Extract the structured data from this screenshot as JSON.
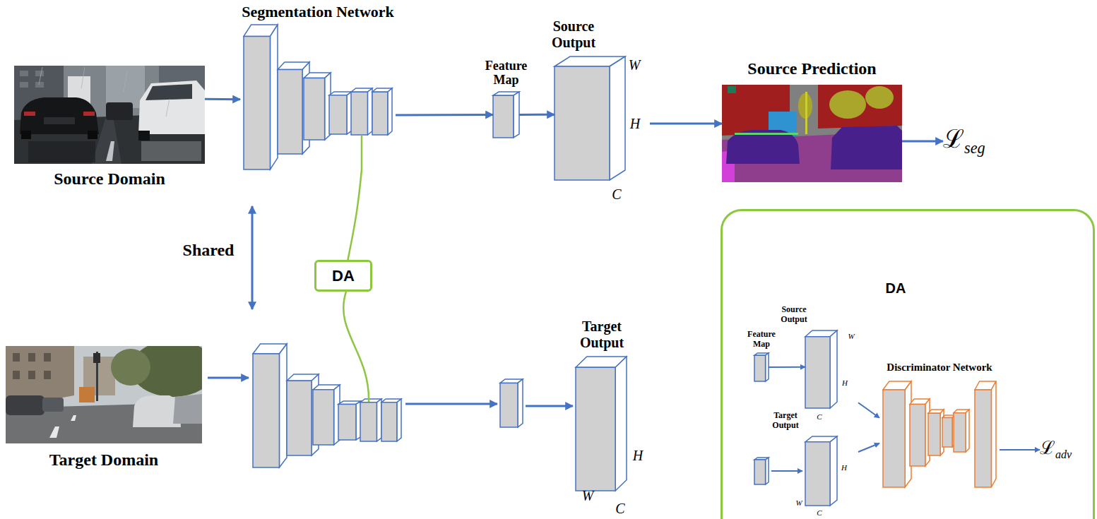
{
  "diagram": {
    "nodes": [
      {
        "text": [
          "Source Domain"
        ]
      },
      {
        "text": [
          "Segmentation Network"
        ]
      },
      {
        "text": [
          "Feature Map"
        ]
      },
      {
        "text": [
          "Source Output"
        ]
      },
      {
        "text": [
          "Source Prediction"
        ]
      },
      {
        "text": [
          "ℒseg"
        ]
      },
      {
        "text": [
          "DA"
        ]
      },
      {
        "text": [
          "Target Domain"
        ]
      },
      {
        "text": [
          "Target Output"
        ]
      },
      {
        "text": [
          "DA"
        ]
      },
      {
        "text": [
          "Feature Map"
        ],
        "in": 9
      },
      {
        "text": [
          "Source Output"
        ],
        "in": 9
      },
      {
        "text": [
          "Target Output"
        ],
        "in": 9
      },
      {
        "text": [
          "Discriminator Network"
        ],
        "in": 9
      },
      {
        "text": [
          "ℒadv"
        ],
        "in": 9
      }
    ],
    "edges": [
      {
        "from": 0,
        "to": 1,
        "arrow": "to"
      },
      {
        "from": 1,
        "to": 2,
        "arrow": "to"
      },
      {
        "from": 2,
        "to": 3,
        "arrow": "to"
      },
      {
        "from": 3,
        "to": 4,
        "arrow": "to"
      },
      {
        "from": 4,
        "to": 5,
        "arrow": "to"
      },
      {
        "from": 1,
        "to": 6,
        "arrow": "none"
      },
      {
        "from": 10,
        "to": 11,
        "arrow": "to"
      },
      {
        "from": 11,
        "to": 13,
        "arrow": "to"
      },
      {
        "from": 12,
        "to": 13,
        "arrow": "to"
      },
      {
        "from": 13,
        "to": 14,
        "arrow": "to"
      }
    ],
    "labels": [
      "Shared",
      "W",
      "H",
      "C",
      "H",
      "W",
      "C",
      "W",
      "H",
      "C",
      "H",
      "W",
      "C"
    ]
  }
}
